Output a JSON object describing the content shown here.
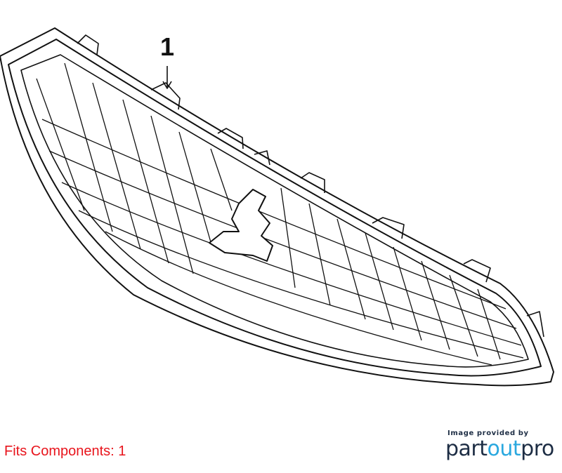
{
  "diagram": {
    "callout_number": "1"
  },
  "footer": {
    "fits_text": "Fits Components: 1",
    "credit_line": "Image provided by",
    "brand_part": "part",
    "brand_out": "out",
    "brand_pro": "pro",
    "brand_color": "#1d2d44",
    "brand_accent_color": "#2aa8df",
    "fits_color": "#e8141c"
  }
}
